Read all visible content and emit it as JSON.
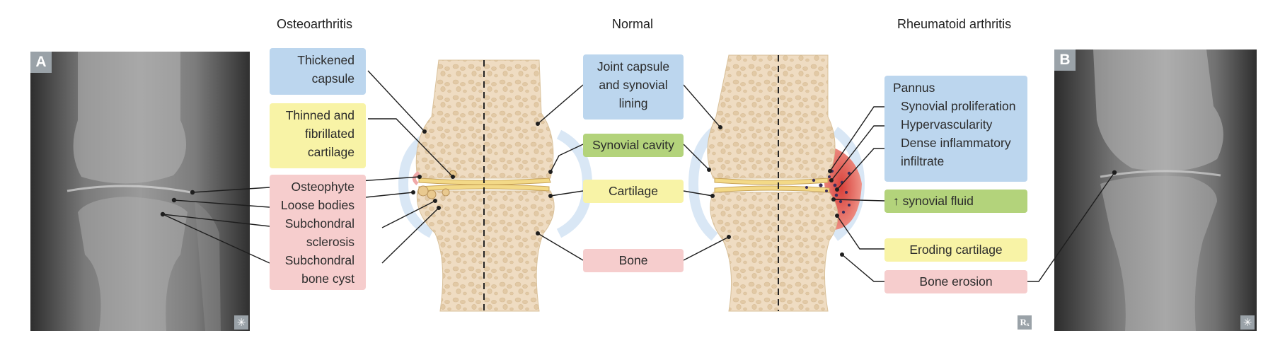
{
  "titles": {
    "osteoarthritis": "Osteoarthritis",
    "normal": "Normal",
    "rheumatoid": "Rheumatoid arthritis"
  },
  "panels": {
    "a_letter": "A",
    "b_letter": "B"
  },
  "oa_labels": {
    "thickened_capsule": [
      "Thickened",
      "capsule"
    ],
    "thinned_cartilage": [
      "Thinned and",
      "fibrillated",
      "cartilage"
    ],
    "osteophyte": "Osteophyte",
    "loose_bodies": "Loose bodies",
    "subchondral_sclerosis": [
      "Subchondral",
      "sclerosis"
    ],
    "subchondral_cyst": [
      "Subchondral",
      "bone cyst"
    ]
  },
  "normal_labels": {
    "joint_capsule": [
      "Joint capsule",
      "and synovial",
      "lining"
    ],
    "synovial_cavity": "Synovial cavity",
    "cartilage": "Cartilage",
    "bone": "Bone"
  },
  "ra_labels": {
    "pannus": "Pannus",
    "synovial_proliferation": "Synovial proliferation",
    "hypervascularity": "Hypervascularity",
    "dense_infiltrate": [
      "Dense inflammatory",
      "infiltrate"
    ],
    "synovial_fluid": "↑ synovial fluid",
    "eroding_cartilage": "Eroding cartilage",
    "bone_erosion": "Bone erosion"
  },
  "icons": {
    "xray_corner_icon": "asterisk-icon",
    "rx_icon": "rx-icon",
    "xray_corner_glyph": "✳",
    "rx_glyph": "Rₓ"
  },
  "colors": {
    "blue_label": "#bcd6ee",
    "yellow_label": "#f8f3a6",
    "pink_label": "#f6cdcd",
    "green_label": "#b3d37b",
    "bone": "#efdcc2",
    "cartilage": "#f3d987",
    "pannus": "#e0544c"
  }
}
